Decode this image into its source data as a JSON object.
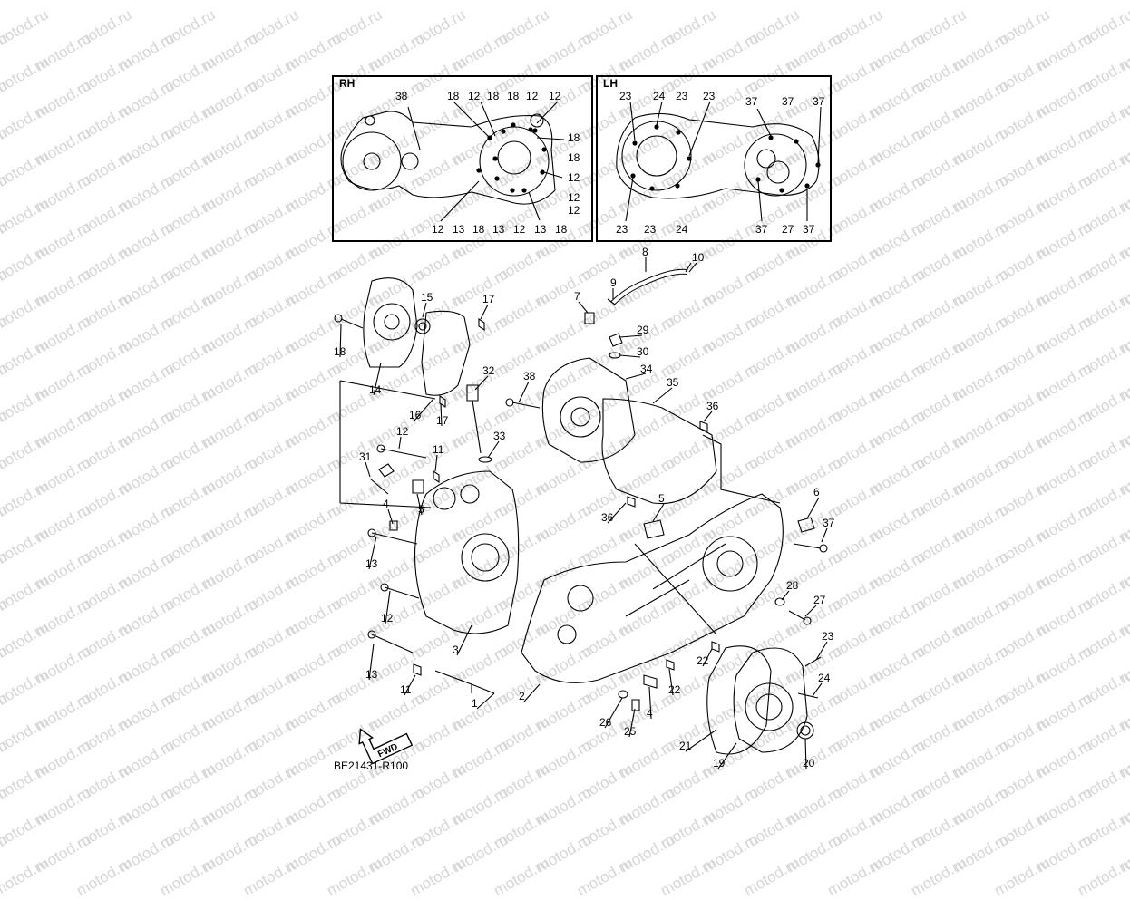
{
  "watermark_text": "motod.ru",
  "rh_box": {
    "label": "RH",
    "callouts": [
      "38",
      "18",
      "12",
      "18",
      "18",
      "12",
      "12",
      "18",
      "18",
      "12",
      "12",
      "12",
      "12",
      "13",
      "18",
      "13",
      "12",
      "13",
      "18"
    ]
  },
  "lh_box": {
    "label": "LH",
    "callouts": [
      "23",
      "24",
      "23",
      "23",
      "37",
      "37",
      "37",
      "23",
      "23",
      "24",
      "37",
      "27",
      "37"
    ]
  },
  "main_callouts": [
    "8",
    "10",
    "9",
    "7",
    "29",
    "30",
    "34",
    "35",
    "36",
    "38",
    "15",
    "17",
    "18",
    "14",
    "16",
    "17",
    "32",
    "33",
    "12",
    "11",
    "31",
    "4",
    "5",
    "13",
    "12",
    "13",
    "11",
    "3",
    "1",
    "2",
    "5",
    "6",
    "37",
    "36",
    "28",
    "27",
    "22",
    "22",
    "4",
    "26",
    "25",
    "23",
    "24",
    "21",
    "19",
    "20"
  ],
  "fwd_label": "FWD",
  "diagram_code": "BE21431-R100",
  "colors": {
    "line": "#000000",
    "watermark": "#d6d6d6",
    "background": "#ffffff"
  }
}
